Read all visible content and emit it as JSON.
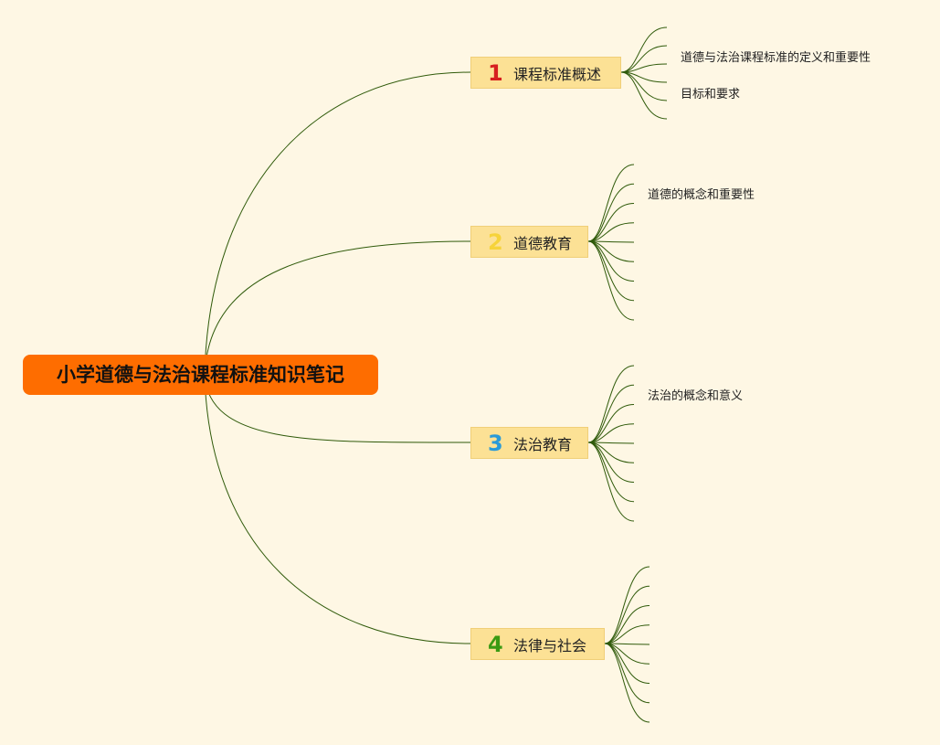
{
  "root": {
    "label": "小学道德与法治课程标准知识笔记",
    "color": "#fe6d00"
  },
  "branches": [
    {
      "number": "1",
      "number_color": "#d61f1f",
      "label": "课程标准概述",
      "leaves": [
        "道德与法治课程标准的定义和重要性",
        "目标和要求"
      ]
    },
    {
      "number": "2",
      "number_color": "#f6d33a",
      "label": "道德教育",
      "leaves": [
        "道德的概念和重要性"
      ]
    },
    {
      "number": "3",
      "number_color": "#2a9ad8",
      "label": "法治教育",
      "leaves": [
        "法治的概念和意义"
      ]
    },
    {
      "number": "4",
      "number_color": "#3a9a12",
      "label": "法律与社会",
      "leaves": []
    }
  ],
  "colors": {
    "background": "#fef7e4",
    "branch_fill": "#fce195",
    "line": "#2f5a0a"
  }
}
